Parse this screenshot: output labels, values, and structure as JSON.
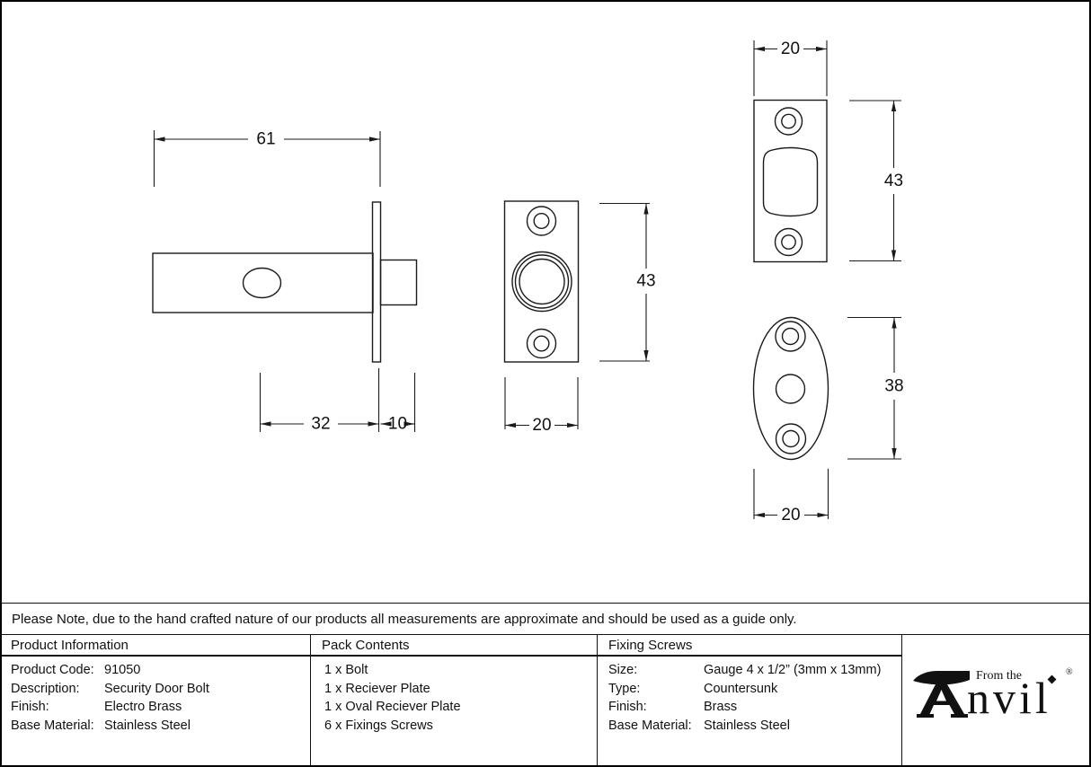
{
  "note": "Please Note, due to the hand crafted nature of our products all measurements are approximate and should be used as a guide only.",
  "drawings": {
    "bolt_side_view": {
      "length": "61",
      "backset": "32",
      "throw": "10"
    },
    "receiver_plate_front": {
      "width": "20",
      "height": "43"
    },
    "receiver_plate_face": {
      "width": "20",
      "height": "43"
    },
    "oval_receiver_plate": {
      "width": "20",
      "height": "38"
    }
  },
  "table": {
    "product_information": {
      "header": "Product Information",
      "rows": [
        {
          "label": "Product Code:",
          "value": "91050"
        },
        {
          "label": "Description:",
          "value": "Security Door Bolt"
        },
        {
          "label": "Finish:",
          "value": "Electro Brass"
        },
        {
          "label": "Base Material:",
          "value": "Stainless Steel"
        }
      ]
    },
    "pack_contents": {
      "header": "Pack Contents",
      "items": [
        "1 x Bolt",
        "1 x Reciever Plate",
        "1 x Oval Reciever Plate",
        "6 x Fixings Screws"
      ]
    },
    "fixing_screws": {
      "header": "Fixing Screws",
      "rows": [
        {
          "label": "Size:",
          "value": "Gauge 4 x 1/2” (3mm x 13mm)"
        },
        {
          "label": "Type:",
          "value": "Countersunk"
        },
        {
          "label": "Finish:",
          "value": "Brass"
        },
        {
          "label": "Base Material:",
          "value": "Stainless Steel"
        }
      ]
    },
    "logo": {
      "tagline": "From the",
      "brand_rest": "nvil",
      "registered": "®",
      "a_icon": "anvil-a",
      "i_dot_icon": "diamond"
    }
  },
  "colors": {
    "line": "#1a1a1a",
    "text": "#111111",
    "background": "#ffffff"
  }
}
